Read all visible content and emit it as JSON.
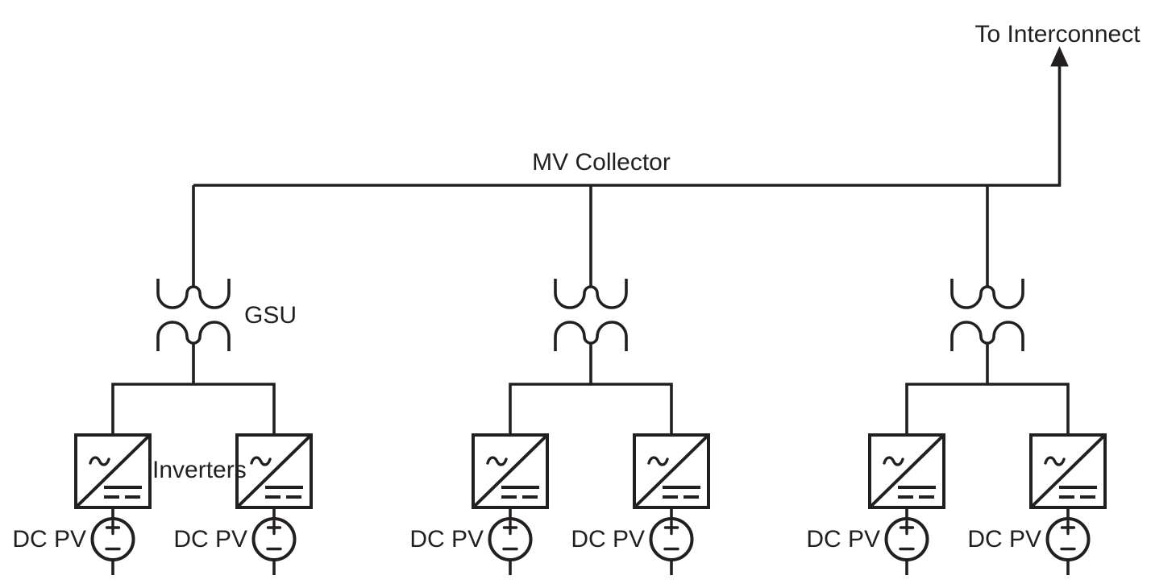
{
  "diagram": {
    "type": "pv-plant-one-line-diagram",
    "labels": {
      "to_interconnect": "To Interconnect",
      "mv_collector": "MV Collector"
    },
    "groups": [
      {
        "transformer_label": "GSU",
        "inverter_label": "Inverters",
        "pv_labels": [
          "DC PV",
          "DC PV"
        ]
      },
      {
        "pv_labels": [
          "DC PV",
          "DC PV"
        ]
      },
      {
        "pv_labels": [
          "DC PV",
          "DC PV"
        ]
      }
    ],
    "structure": {
      "feeder_count": 3,
      "inverters_per_feeder": 2,
      "pv_sources_per_inverter": 1
    },
    "colors": {
      "line": "#231f20",
      "background": "#ffffff"
    }
  }
}
